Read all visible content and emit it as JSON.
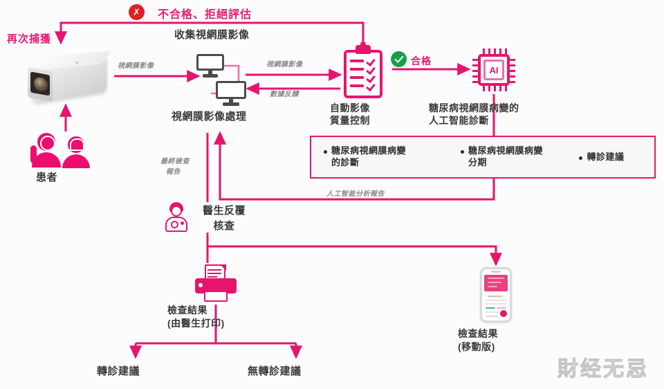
{
  "diagram": {
    "title_flow": "收集視網膜影像",
    "watermark": "財经无忌",
    "colors": {
      "pink": "#e5156d",
      "pink_light": "#f06fa3",
      "reject_red": "#e01f26",
      "pass_green": "#17a04a",
      "label_gray": "#8a8a8a",
      "text_dark": "#2f2f2f"
    }
  },
  "banners": {
    "reject": {
      "icon": "x-mark-icon",
      "glyph": "✗",
      "label": "不合格、拒絕評估"
    },
    "pass": {
      "icon": "check-circle-icon",
      "label": "合格"
    },
    "recapture": "再次捕獲"
  },
  "nodes": {
    "camera": {
      "icon": "fundus-camera-icon",
      "label": ""
    },
    "patients": {
      "icon": "patients-icon",
      "label": "患者"
    },
    "section_header": "收集視網膜影像",
    "image_processing": {
      "icon": "dual-monitor-icon",
      "label": "視網膜影像處理"
    },
    "quality_control": {
      "icon": "clipboard-checklist-icon",
      "label_line1": "自動影像",
      "label_line2": "質量控制"
    },
    "ai_diagnosis": {
      "icon": "ai-chip-icon",
      "chip_text": "AI",
      "label_line1": "糖尿病視網膜病變的",
      "label_line2": "人工智能診斷"
    },
    "doctor_review": {
      "icon": "doctor-icon",
      "label_line1": "醫生反覆",
      "label_line2": "核查"
    },
    "printed_result": {
      "icon": "printer-icon",
      "label_line1": "檢查結果",
      "label_line2": "(由醫生打印)"
    },
    "mobile_result": {
      "icon": "smartphone-icon",
      "label_line1": "檢查結果",
      "label_line2": "(移動版)"
    }
  },
  "ai_outputs": {
    "items": [
      "糖尿病視網膜病變\n的診斷",
      "糖尿病視網膜病變\n分期",
      "轉診建議"
    ],
    "item_0_line1": "糖尿病視網膜病變",
    "item_0_line2": "的診斷",
    "item_1_line1": "糖尿病視網膜病變",
    "item_1_line2": "分期",
    "item_2_line1": "轉診建議"
  },
  "edge_labels": {
    "retina_image_1": "視網膜影像",
    "retina_image_2": "視網膜影像",
    "data_feedback": "數據反饋",
    "final_report_line1": "最終檢查",
    "final_report_line2": "報告",
    "ai_report": "人工智能分析報告"
  },
  "outcomes": {
    "refer": "轉診建議",
    "no_refer": "無轉診建議"
  }
}
